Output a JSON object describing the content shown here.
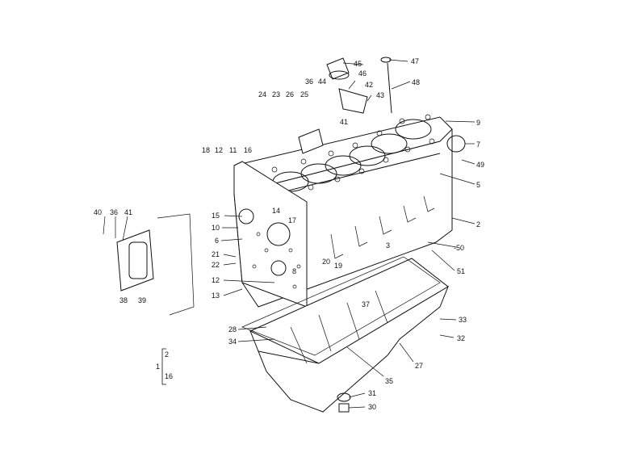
{
  "callouts": {
    "c47": "47",
    "c45": "45",
    "c46": "46",
    "c36a": "36",
    "c44": "44",
    "c42": "42",
    "c48": "48",
    "c24": "24",
    "c23": "23",
    "c26": "26",
    "c25": "25",
    "c43": "43",
    "c41a": "41",
    "c9": "9",
    "c7": "7",
    "c49": "49",
    "c5": "5",
    "c2": "2",
    "c50": "-50",
    "c51": "51",
    "c18": "18",
    "c12a": "12",
    "c11": "11",
    "c16a": "16",
    "c15": "15",
    "c14": "14",
    "c17": "17",
    "c10": "10",
    "c6": "6",
    "c3": "3",
    "c21": "21",
    "c22": "22",
    "c20": "20",
    "c8": "8",
    "c19": "19",
    "c12b": "12",
    "c13": "13",
    "c37": "37",
    "c40": "40",
    "c36b": "36",
    "c41b": "41",
    "c38": "38",
    "c39": "39",
    "c28": "28",
    "c34": "34",
    "c35": "35",
    "c27": "27",
    "c33": "33",
    "c32": "32",
    "c31": "31",
    "c30": "30",
    "note_2": "2",
    "note_1": "1",
    "note_16": "16"
  },
  "colors": {
    "line": "#111111",
    "background": "#ffffff"
  }
}
